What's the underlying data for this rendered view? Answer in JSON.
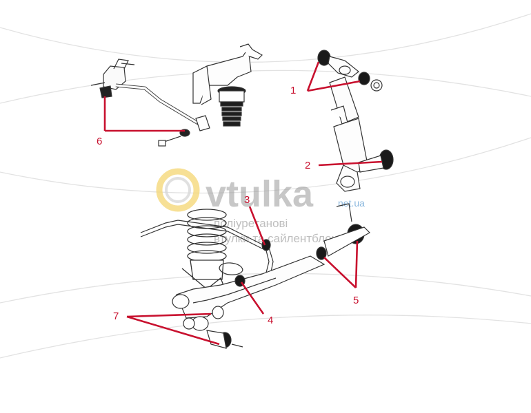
{
  "watermark": {
    "brand": "vtulka",
    "tld": "net.ua",
    "tagline_line1": "поліуретанові",
    "tagline_line2": "втулки та сайлентблоки"
  },
  "callouts": [
    "1",
    "2",
    "3",
    "4",
    "5",
    "6",
    "7"
  ],
  "colors": {
    "callout_red": "#c8102e",
    "line_art": "#333333",
    "rubber": "#1a1a1a",
    "logo_ring": "#f2c94c"
  }
}
